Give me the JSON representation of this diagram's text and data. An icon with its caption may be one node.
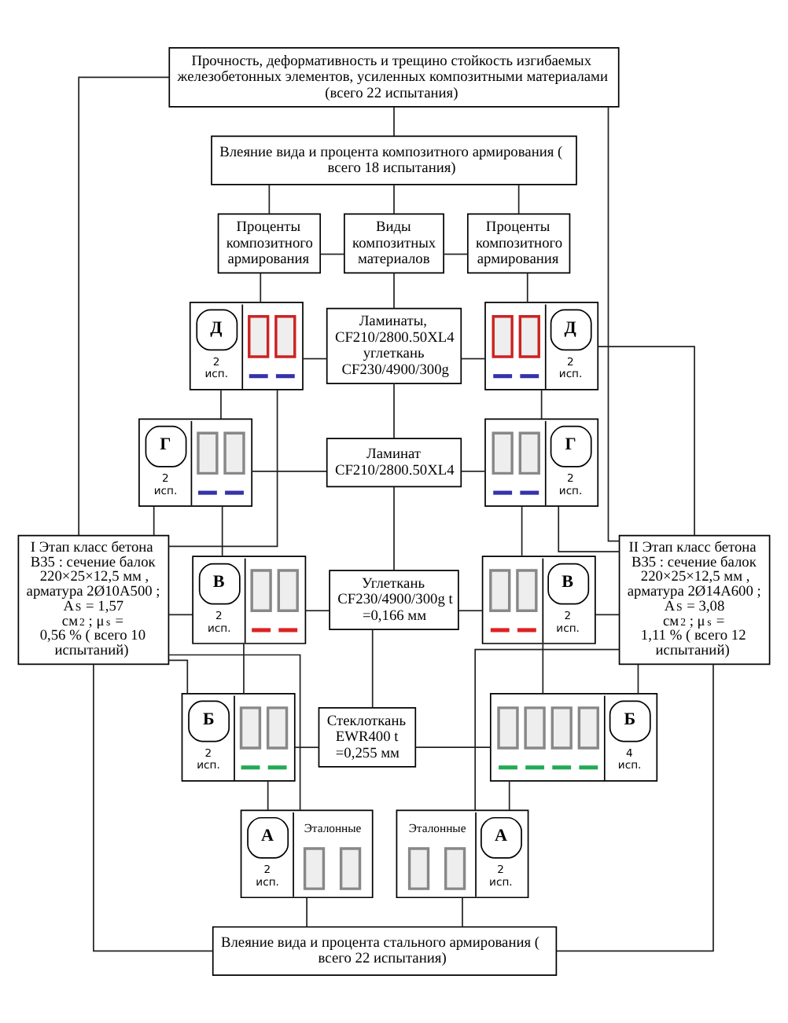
{
  "diagram": {
    "nodes": [
      {
        "text": [
          "Прочность, деформативность и трещино стойкость изгибаемых железобетонных элементов, усиленных композитными материалами (всего 22 испытания)"
        ]
      },
      {
        "text": [
          "I Этап класс бетона В35 : сечение балок 220×25×12,5 мм , арматура 2Ø10А500 ; A$_{S}$ = 1,57 см$^{2}$ ; μ$_{s}$ = 0,56 % ( всего 10 испытаний)"
        ]
      },
      {
        "text": [
          "II Этап класс бетона В35 : сечение балок 220×25×12,5 мм , арматура 2Ø14А600 ; A$_{S}$ = 3,08 см$^{2}$ ; μ$_{s}$ = 1,11 % ( всего 12 испытаний)"
        ]
      },
      {
        "text": [
          "Влеяние вида и процента композитного армирования ( всего 18 испытания)"
        ]
      },
      {
        "text": [
          "Проценты композитного армирования"
        ]
      },
      {
        "text": [
          "Виды композитных материалов"
        ]
      },
      {
        "text": [
          "Проценты композитного армирования"
        ]
      },
      {
        "text": [
          "Д",
          "2 исп."
        ]
      },
      {
        "text": [
          "Ламинаты, CF210/2800.50XL4 углеткань CF230/4900/300g"
        ]
      },
      {
        "text": [
          "Д",
          "2 исп."
        ]
      },
      {
        "text": [
          "Г",
          "2 исп."
        ]
      },
      {
        "text": [
          "Ламинат",
          "CF210/2800.50XL4"
        ]
      },
      {
        "text": [
          "Г",
          "2 исп."
        ]
      },
      {
        "text": [
          "В",
          "2 исп."
        ]
      },
      {
        "text": [
          "Углеткань",
          "CF230/4900/300g t =0,166 мм"
        ]
      },
      {
        "text": [
          "В",
          "2 исп."
        ]
      },
      {
        "text": [
          "Б",
          "2 исп."
        ]
      },
      {
        "text": [
          "Стеклоткань",
          "EWR400 t =0,255 мм"
        ]
      },
      {
        "text": [
          "Б",
          "4 исп."
        ]
      },
      {
        "text": [
          "А",
          "2 исп.",
          "Эталонные"
        ]
      },
      {
        "text": [
          "А",
          "2 исп.",
          "Эталонные"
        ]
      },
      {
        "text": [
          "Влеяние вида и процента стального армирования ( всего 22 испытания)"
        ]
      }
    ],
    "edges": [
      {
        "from": 0,
        "to": 1,
        "arrow": "none"
      },
      {
        "from": 0,
        "to": 3,
        "arrow": "none"
      },
      {
        "from": 0,
        "to": 2,
        "arrow": "none"
      },
      {
        "from": 3,
        "to": 4,
        "arrow": "none"
      },
      {
        "from": 3,
        "to": 5,
        "arrow": "none"
      },
      {
        "from": 3,
        "to": 6,
        "arrow": "none"
      },
      {
        "from": 4,
        "to": 5,
        "arrow": "none"
      },
      {
        "from": 5,
        "to": 6,
        "arrow": "none"
      },
      {
        "from": 4,
        "to": 7,
        "arrow": "none"
      },
      {
        "from": 5,
        "to": 8,
        "arrow": "none"
      },
      {
        "from": 6,
        "to": 9,
        "arrow": "none"
      },
      {
        "from": 1,
        "to": 7,
        "arrow": "none"
      },
      {
        "from": 7,
        "to": 8,
        "arrow": "none"
      },
      {
        "from": 8,
        "to": 9,
        "arrow": "none"
      },
      {
        "from": 9,
        "to": 2,
        "arrow": "none"
      },
      {
        "from": 7,
        "to": 10,
        "arrow": "none"
      },
      {
        "from": 8,
        "to": 11,
        "arrow": "none"
      },
      {
        "from": 9,
        "to": 12,
        "arrow": "none"
      },
      {
        "from": 1,
        "to": 10,
        "arrow": "none"
      },
      {
        "from": 10,
        "to": 11,
        "arrow": "none"
      },
      {
        "from": 11,
        "to": 12,
        "arrow": "none"
      },
      {
        "from": 12,
        "to": 2,
        "arrow": "none"
      },
      {
        "from": 10,
        "to": 13,
        "arrow": "none"
      },
      {
        "from": 11,
        "to": 14,
        "arrow": "none"
      },
      {
        "from": 12,
        "to": 15,
        "arrow": "none"
      },
      {
        "from": 1,
        "to": 13,
        "arrow": "none"
      },
      {
        "from": 13,
        "to": 14,
        "arrow": "none"
      },
      {
        "from": 14,
        "to": 15,
        "arrow": "none"
      },
      {
        "from": 15,
        "to": 2,
        "arrow": "none"
      },
      {
        "from": 13,
        "to": 16,
        "arrow": "none"
      },
      {
        "from": 14,
        "to": 17,
        "arrow": "none"
      },
      {
        "from": 15,
        "to": 18,
        "arrow": "none"
      },
      {
        "from": 1,
        "to": 16,
        "arrow": "none"
      },
      {
        "from": 16,
        "to": 17,
        "arrow": "none"
      },
      {
        "from": 17,
        "to": 18,
        "arrow": "none"
      },
      {
        "from": 18,
        "to": 2,
        "arrow": "none"
      },
      {
        "from": 16,
        "to": 19,
        "arrow": "none"
      },
      {
        "from": 18,
        "to": 20,
        "arrow": "none"
      },
      {
        "from": 1,
        "to": 19,
        "arrow": "none"
      },
      {
        "from": 20,
        "to": 2,
        "arrow": "none"
      },
      {
        "from": 19,
        "to": 21,
        "arrow": "none"
      },
      {
        "from": 20,
        "to": 21,
        "arrow": "none"
      },
      {
        "from": 1,
        "to": 21,
        "arrow": "none"
      },
      {
        "from": 2,
        "to": 21,
        "arrow": "none"
      }
    ]
  }
}
